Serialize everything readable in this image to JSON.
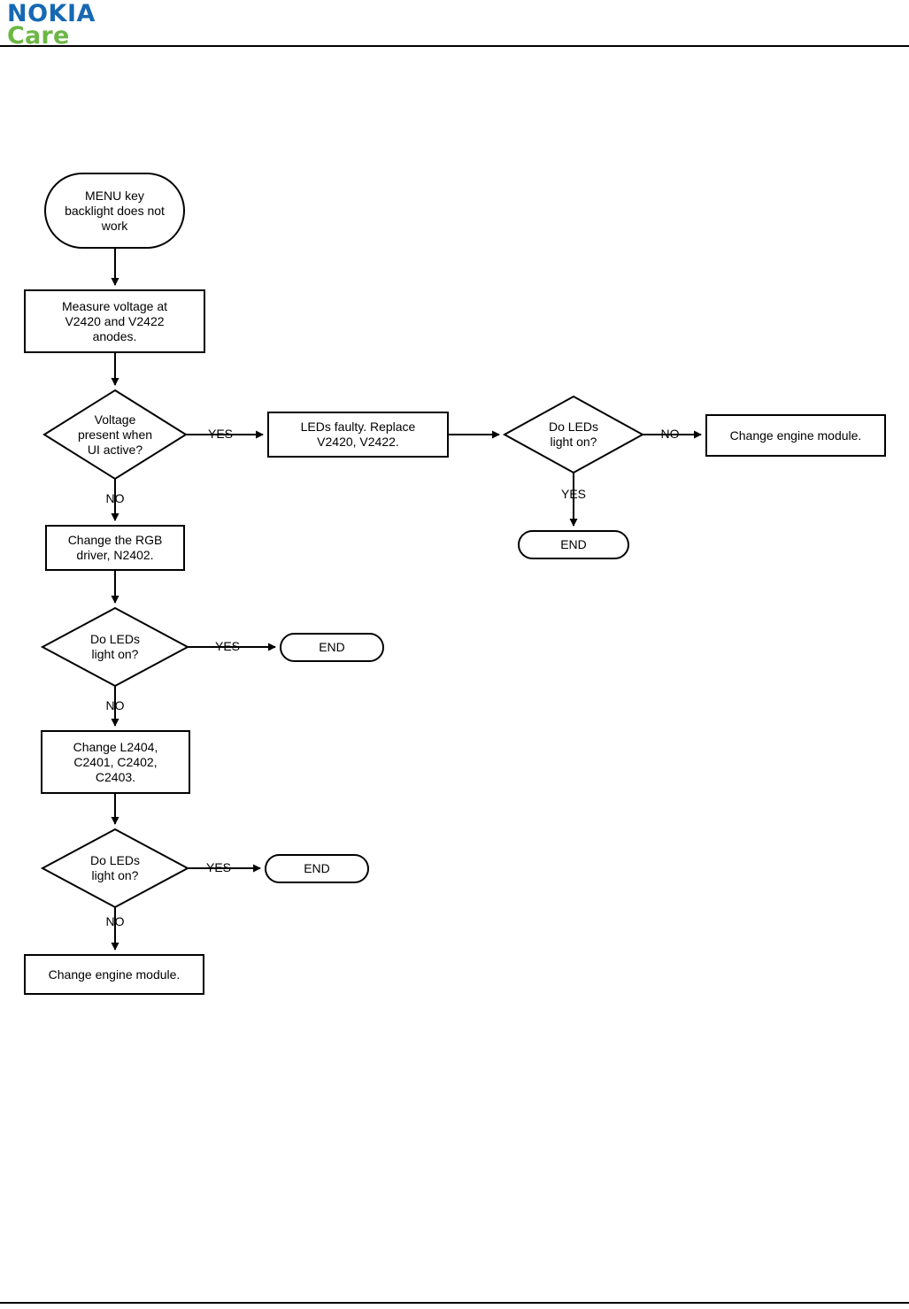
{
  "header": {
    "logo_primary": "NOKIA",
    "logo_secondary": "Care",
    "logo_primary_color": "#1668b3",
    "logo_secondary_color": "#6cb744"
  },
  "flowchart": {
    "title": "MENU key backlight does not work troubleshooting",
    "nodes": [
      {
        "id": "start",
        "type": "terminator",
        "text": "MENU key\nbacklight does not\nwork"
      },
      {
        "id": "measure",
        "type": "process",
        "text": "Measure voltage at\nV2420 and V2422\nanodes."
      },
      {
        "id": "decision1",
        "type": "decision",
        "text": "Voltage\npresent when\nUI active?"
      },
      {
        "id": "leds_faulty",
        "type": "process",
        "text": "LEDs faulty. Replace\nV2420, V2422."
      },
      {
        "id": "decision2",
        "type": "decision",
        "text": "Do LEDs\nlight on?"
      },
      {
        "id": "engine1",
        "type": "process",
        "text": "Change engine module."
      },
      {
        "id": "end1",
        "type": "terminator",
        "text": "END"
      },
      {
        "id": "rgb_driver",
        "type": "process",
        "text": "Change the RGB\ndriver, N2402."
      },
      {
        "id": "decision3",
        "type": "decision",
        "text": "Do LEDs\nlight on?"
      },
      {
        "id": "end2",
        "type": "terminator",
        "text": "END"
      },
      {
        "id": "change_parts",
        "type": "process",
        "text": "Change L2404,\nC2401, C2402,\nC2403."
      },
      {
        "id": "decision4",
        "type": "decision",
        "text": "Do LEDs\nlight on?"
      },
      {
        "id": "end3",
        "type": "terminator",
        "text": "END"
      },
      {
        "id": "engine2",
        "type": "process",
        "text": "Change engine module."
      }
    ],
    "edges": [
      {
        "from": "start",
        "to": "measure",
        "label": ""
      },
      {
        "from": "measure",
        "to": "decision1",
        "label": ""
      },
      {
        "from": "decision1",
        "to": "leds_faulty",
        "label": "YES"
      },
      {
        "from": "decision1",
        "to": "rgb_driver",
        "label": "NO"
      },
      {
        "from": "leds_faulty",
        "to": "decision2",
        "label": ""
      },
      {
        "from": "decision2",
        "to": "engine1",
        "label": "NO"
      },
      {
        "from": "decision2",
        "to": "end1",
        "label": "YES"
      },
      {
        "from": "rgb_driver",
        "to": "decision3",
        "label": ""
      },
      {
        "from": "decision3",
        "to": "end2",
        "label": "YES"
      },
      {
        "from": "decision3",
        "to": "change_parts",
        "label": "NO"
      },
      {
        "from": "change_parts",
        "to": "decision4",
        "label": ""
      },
      {
        "from": "decision4",
        "to": "end3",
        "label": "YES"
      },
      {
        "from": "decision4",
        "to": "engine2",
        "label": "NO"
      }
    ],
    "edge_labels": {
      "d1_yes": "YES",
      "d1_no": "NO",
      "d2_no": "NO",
      "d2_yes": "YES",
      "d3_yes": "YES",
      "d3_no": "NO",
      "d4_yes": "YES",
      "d4_no": "NO"
    },
    "stroke_color": "#000000"
  }
}
